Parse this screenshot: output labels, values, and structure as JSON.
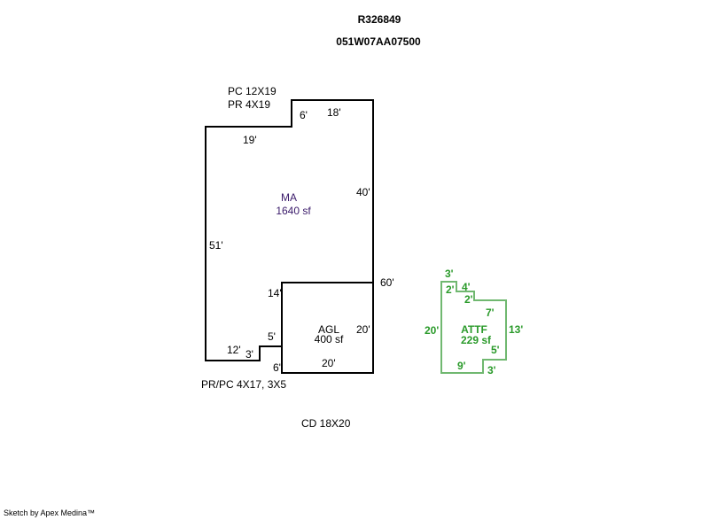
{
  "header": {
    "parcel_id": "R326849",
    "map_number": "051W07AA07500"
  },
  "notes": {
    "top": [
      "PC 12X19",
      "PR 4X19"
    ],
    "bottom": "PR/PC 4X17, 3X5",
    "detached": "CD 18X20"
  },
  "main_area": {
    "label": "MA",
    "area": "1640 sf",
    "dims": {
      "d19": "19'",
      "d6a": "6'",
      "d18": "18'",
      "d40": "40'",
      "d51": "51'",
      "d60": "60'",
      "d14": "14'",
      "d5": "5'",
      "d12": "12'",
      "d3": "3'",
      "d6b": "6'"
    }
  },
  "garage": {
    "label": "AGL",
    "area": "400 sf",
    "dims": {
      "right": "20'",
      "bottom": "20'"
    }
  },
  "attached": {
    "label": "ATTF",
    "area": "229 sf",
    "dims": {
      "d3a": "3'",
      "d2a": "2'",
      "d4": "4'",
      "d2b": "2'",
      "d7": "7'",
      "d20": "20'",
      "d13": "13'",
      "d5": "5'",
      "d9": "9'",
      "d3b": "3'"
    }
  },
  "colors": {
    "main_stroke": "#000000",
    "attached_stroke": "#70b870",
    "attached_text": "#2a9a2a"
  },
  "footer": "Sketch by Apex Medina™"
}
